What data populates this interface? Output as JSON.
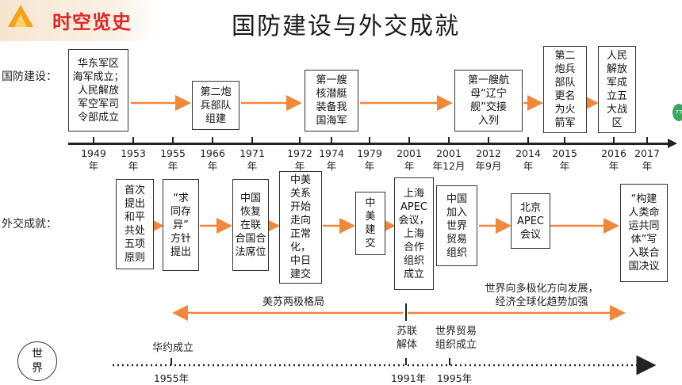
{
  "header": {
    "badge": "时空览史",
    "title": "国防建设与外交成就"
  },
  "labels": {
    "defense": "国防建设：",
    "diplomacy": "外交成就：",
    "world": "世\n界"
  },
  "defense_events": [
    "华东军区\n海军成立；\n人民解放\n军空军司\n令部成立",
    "第二炮\n兵部队\n组建",
    "第一艘\n核潜艇\n装备我\n国海军",
    "第一艘航\n母“辽宁\n舰”交接\n入列",
    "第二\n炮兵\n部队\n更名\n为火\n箭军",
    "人民\n解放\n军成\n立五\n大战\n区"
  ],
  "years": [
    {
      "y": "1949",
      "u": "年"
    },
    {
      "y": "1953",
      "u": "年"
    },
    {
      "y": "1955",
      "u": "年"
    },
    {
      "y": "1966",
      "u": "年"
    },
    {
      "y": "1971",
      "u": "年"
    },
    {
      "y": "1972",
      "u": "年"
    },
    {
      "y": "1974",
      "u": "年"
    },
    {
      "y": "1979",
      "u": "年"
    },
    {
      "y": "2001",
      "u": "年"
    },
    {
      "y": "2001",
      "u": "年12月"
    },
    {
      "y": "2012",
      "u": "年9月"
    },
    {
      "y": "2014",
      "u": "年"
    },
    {
      "y": "2015",
      "u": "年"
    },
    {
      "y": "2016",
      "u": "年"
    },
    {
      "y": "2017",
      "u": "年"
    }
  ],
  "diplomacy_events": [
    "首次\n提出\n和平\n共处\n五项\n原则",
    "“求\n同存\n异”\n方针\n提出",
    "中国\n恢复\n在联\n合国合\n法席位",
    "中美\n关系\n开始\n走向\n正常\n化，\n中日\n建交",
    "中\n美\n建\n交",
    "上海\nAPEC\n会议，\n上海\n合作\n组织\n成立",
    "中国\n加入\n世界\n贸易\n组织",
    "北京\nAPEC\n会议",
    "“构建\n人类命\n运共同\n体”写\n入联合\n国决议"
  ],
  "eras": {
    "bipolar": "美苏两极格局",
    "multipolar": "世界向多极化方向发展，\n经济全球化趋势加强"
  },
  "world": {
    "events": [
      "华约成立",
      "苏联\n解体",
      "世界贸易\n组织成立"
    ],
    "years": [
      "1955年",
      "1991年",
      "1995年"
    ]
  },
  "colors": {
    "accent": "#f0873a",
    "badge_red": "#e32424",
    "timeline": "#222222"
  },
  "icons": {
    "badge": "pyramid-icon"
  }
}
